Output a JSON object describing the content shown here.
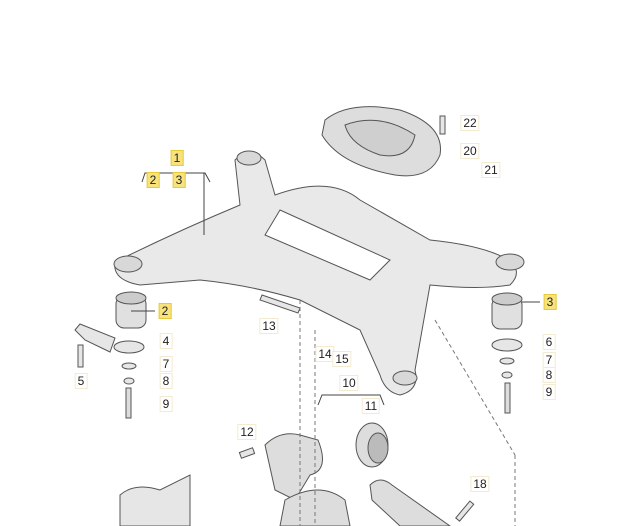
{
  "diagram": {
    "title": "Rear subframe exploded parts diagram",
    "highlight_color": "#f7e27c",
    "callouts": [
      {
        "text": "1",
        "highlighted": true
      },
      {
        "text": "2",
        "highlighted": true
      },
      {
        "text": "3",
        "highlighted": true
      },
      {
        "text": "2",
        "highlighted": true
      },
      {
        "text": "3",
        "highlighted": true
      },
      {
        "text": "4"
      },
      {
        "text": "7"
      },
      {
        "text": "8"
      },
      {
        "text": "9"
      },
      {
        "text": "5"
      },
      {
        "text": "6"
      },
      {
        "text": "7"
      },
      {
        "text": "8"
      },
      {
        "text": "9"
      },
      {
        "text": "10"
      },
      {
        "text": "11"
      },
      {
        "text": "12"
      },
      {
        "text": "13"
      },
      {
        "text": "14"
      },
      {
        "text": "15"
      },
      {
        "text": "18"
      },
      {
        "text": "20"
      },
      {
        "text": "21"
      },
      {
        "text": "22"
      }
    ]
  }
}
